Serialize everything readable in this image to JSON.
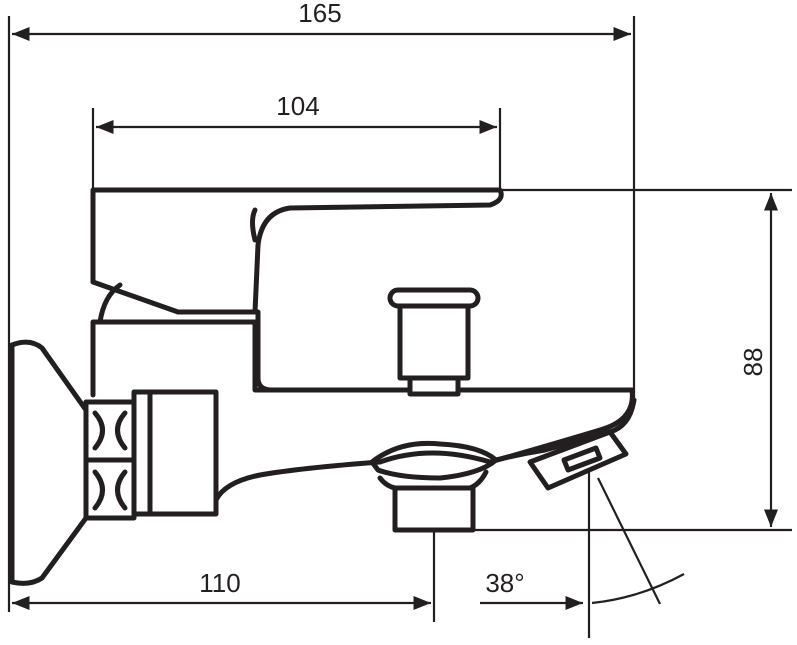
{
  "dimensions": {
    "overall_width": "165",
    "handle_width": "104",
    "height": "88",
    "wall_to_outlet": "110",
    "angle": "38°"
  },
  "colors": {
    "ink": "#231f20",
    "background": "#ffffff"
  }
}
